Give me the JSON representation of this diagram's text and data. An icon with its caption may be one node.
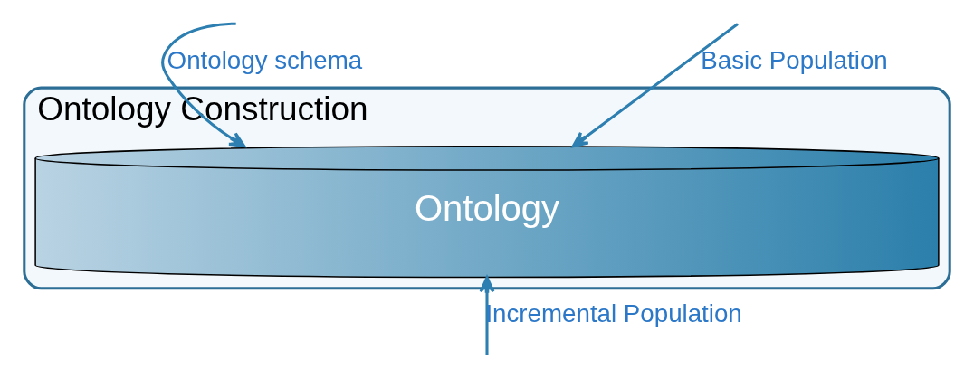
{
  "diagram": {
    "nodes": [
      {
        "text": [
          "Ontology Construction"
        ]
      },
      {
        "text": [
          "Ontology"
        ],
        "in": 0
      }
    ],
    "edges": [
      {
        "from": null,
        "to": 1,
        "arrow": "to",
        "label": "Ontology schema"
      },
      {
        "from": null,
        "to": 1,
        "arrow": "to",
        "label": "Basic Population"
      },
      {
        "from": null,
        "to": 1,
        "arrow": "to",
        "label": "Incremental Population"
      }
    ]
  }
}
